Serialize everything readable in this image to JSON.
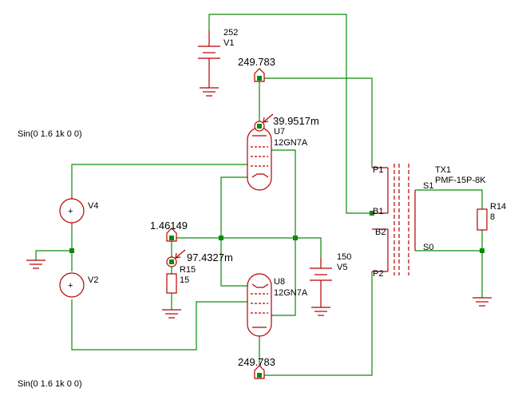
{
  "sources": {
    "v1": {
      "ref": "V1",
      "value": "252"
    },
    "v5": {
      "ref": "V5",
      "value": "150"
    },
    "v4": {
      "ref": "V4"
    },
    "v2": {
      "ref": "V2"
    },
    "sin_top": "Sin(0 1.6 1k 0 0)",
    "sin_bottom": "Sin(0 1.6 1k 0 0)"
  },
  "tubes": {
    "u7": {
      "ref": "U7",
      "model": "12GN7A"
    },
    "u8": {
      "ref": "U8",
      "model": "12GN7A"
    }
  },
  "resistors": {
    "r15": {
      "ref": "R15",
      "value": "15"
    },
    "r14": {
      "ref": "R14",
      "value": "8"
    }
  },
  "transformer": {
    "ref": "TX1",
    "model": "PMF-15P-8K",
    "pins": {
      "p1": "P1",
      "b1": "B1",
      "b2": "B2",
      "p2": "P2",
      "s1": "S1",
      "s0": "S0"
    }
  },
  "probes": {
    "plate_top": "249.783",
    "current_u7": "39.9517m",
    "cathode_node": "1.46149",
    "current_r15": "97.4327m",
    "plate_bottom": "249.783"
  }
}
